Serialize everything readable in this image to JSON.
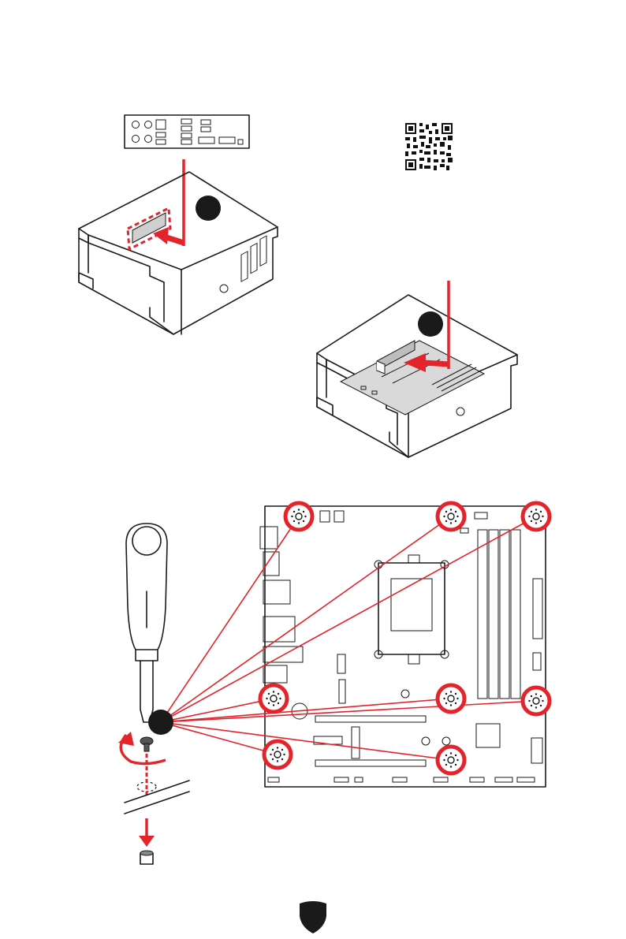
{
  "page": {
    "background": "#ffffff"
  },
  "colors": {
    "accent_red": "#e3242b",
    "line_dark": "#1a1a1a",
    "board_gray": "#d9d9d9",
    "badge_black": "#1a1a1a"
  },
  "steps": [
    {
      "id": "step-1",
      "label": ""
    },
    {
      "id": "step-2",
      "label": ""
    },
    {
      "id": "step-3",
      "label": ""
    }
  ],
  "icons": {
    "qr": "qr-code-icon",
    "logo": "shield-logo-icon",
    "screwdriver": "screwdriver-icon",
    "screw": "screw-icon",
    "standoff": "standoff-icon",
    "rotate": "rotate-arrow-icon"
  },
  "screw_points_count": 8
}
